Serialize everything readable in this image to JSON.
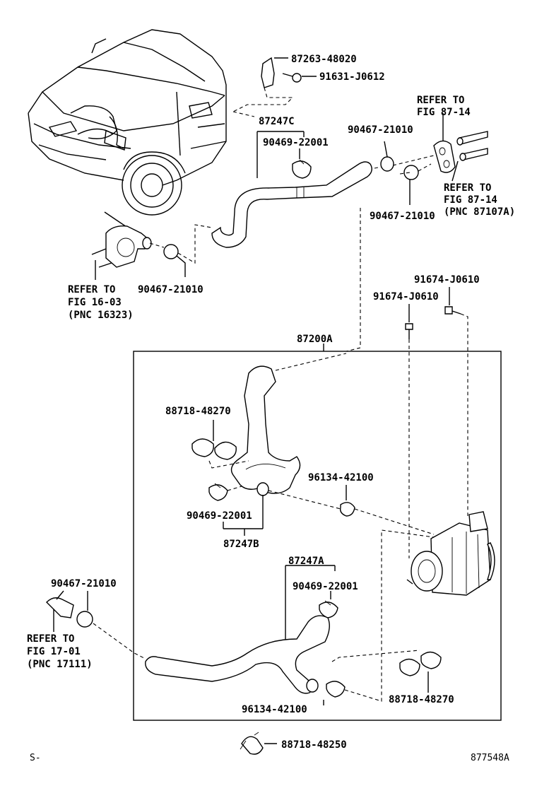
{
  "labels": {
    "p87263_48020": "87263-48020",
    "p91631_J0612": "91631-J0612",
    "p87247C": "87247C",
    "p90469_22001_top": "90469-22001",
    "p90467_21010_top": "90467-21010",
    "refer_87_14_a_1": "REFER TO",
    "refer_87_14_a_2": "FIG 87-14",
    "refer_87_14_b_1": "REFER TO",
    "refer_87_14_b_2": "FIG 87-14",
    "refer_87_14_b_3": "(PNC 87107A)",
    "p90467_21010_mid": "90467-21010",
    "refer_16_03_1": "REFER TO",
    "refer_16_03_2": "FIG 16-03",
    "refer_16_03_3": "(PNC 16323)",
    "p90467_21010_left": "90467-21010",
    "p91674_J0610_a": "91674-J0610",
    "p91674_J0610_b": "91674-J0610",
    "p87200A": "87200A",
    "p88718_48270_a": "88718-48270",
    "p96134_42100_a": "96134-42100",
    "p90469_22001_mid": "90469-22001",
    "p87247B": "87247B",
    "p87247A": "87247A",
    "p90467_21010_low": "90467-21010",
    "p90469_22001_low": "90469-22001",
    "refer_17_01_1": "REFER TO",
    "refer_17_01_2": "FIG 17-01",
    "refer_17_01_3": "(PNC 17111)",
    "p96134_42100_b": "96134-42100",
    "p88718_48270_b": "88718-48270",
    "p88718_48250": "88718-48250",
    "corner_left": "S-",
    "corner_right": "877548A"
  }
}
